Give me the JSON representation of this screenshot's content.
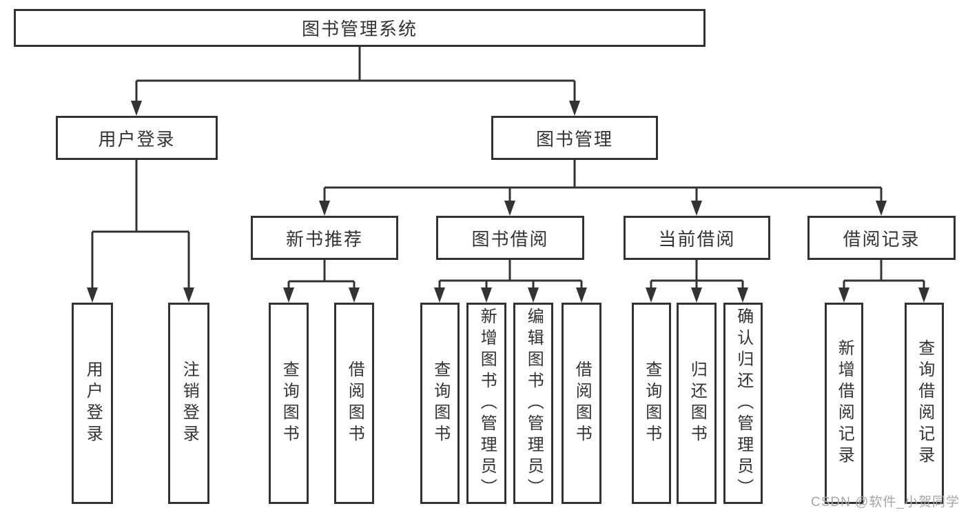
{
  "diagram": {
    "root": {
      "label": "图书管理系统"
    },
    "branches": [
      {
        "label": "用户登录",
        "children": [
          {
            "label": "用户登录"
          },
          {
            "label": "注销登录"
          }
        ]
      },
      {
        "label": "图书管理",
        "children": [
          {
            "label": "新书推荐",
            "children": [
              {
                "label": "查询图书"
              },
              {
                "label": "借阅图书"
              }
            ]
          },
          {
            "label": "图书借阅",
            "children": [
              {
                "label": "查询图书"
              },
              {
                "label": "新增图书（管理员）"
              },
              {
                "label": "编辑图书（管理员）"
              },
              {
                "label": "借阅图书"
              }
            ]
          },
          {
            "label": "当前借阅",
            "children": [
              {
                "label": "查询图书"
              },
              {
                "label": "归还图书"
              },
              {
                "label": "确认归还（管理员）"
              }
            ]
          },
          {
            "label": "借阅记录",
            "children": [
              {
                "label": "新增借阅记录"
              },
              {
                "label": "查询借阅记录"
              }
            ]
          }
        ]
      }
    ],
    "watermark": "CSDN @软件_小贺同学",
    "colors": {
      "line": "#333333",
      "text": "#333333",
      "box_background": "#ffffff",
      "watermark": "#a6a6a6",
      "background": "#ffffff"
    }
  }
}
